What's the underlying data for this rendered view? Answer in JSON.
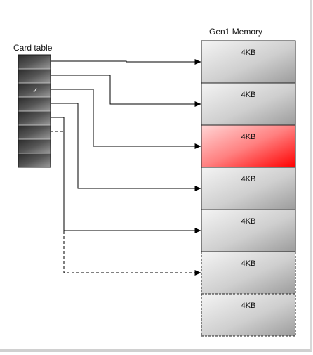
{
  "card_table": {
    "title": "Card table",
    "cards": [
      {
        "marked": false,
        "mark": ""
      },
      {
        "marked": false,
        "mark": ""
      },
      {
        "marked": true,
        "mark": "✓"
      },
      {
        "marked": false,
        "mark": ""
      },
      {
        "marked": false,
        "mark": ""
      },
      {
        "marked": false,
        "mark": ""
      },
      {
        "marked": false,
        "mark": ""
      },
      {
        "marked": false,
        "mark": ""
      }
    ]
  },
  "memory": {
    "title": "Gen1 Memory",
    "blocks": [
      {
        "label": "4KB",
        "state": "normal",
        "border": "solid"
      },
      {
        "label": "4KB",
        "state": "normal",
        "border": "solid"
      },
      {
        "label": "4KB",
        "state": "highlighted",
        "border": "solid"
      },
      {
        "label": "4KB",
        "state": "normal",
        "border": "solid"
      },
      {
        "label": "4KB",
        "state": "normal",
        "border": "solid"
      },
      {
        "label": "4KB",
        "state": "normal",
        "border": "dashed"
      },
      {
        "label": "4KB",
        "state": "normal",
        "border": "dashed"
      }
    ]
  },
  "connections": [
    {
      "from_card": 0,
      "to_block": 0,
      "style": "solid"
    },
    {
      "from_card": 1,
      "to_block": 1,
      "style": "solid"
    },
    {
      "from_card": 2,
      "to_block": 2,
      "style": "solid"
    },
    {
      "from_card": 3,
      "to_block": 3,
      "style": "solid"
    },
    {
      "from_card": 4,
      "to_block": 4,
      "style": "solid"
    },
    {
      "from_card": 5,
      "to_block": 5,
      "style": "dashed"
    }
  ],
  "colors": {
    "card_dark": "#2a2a2a",
    "card_light": "#9a9a9a",
    "block_light": "#f4f4f4",
    "block_dark": "#9c9c9c",
    "highlight_light": "#ffd6d6",
    "highlight_dark": "#ff0000",
    "line": "#000000"
  }
}
